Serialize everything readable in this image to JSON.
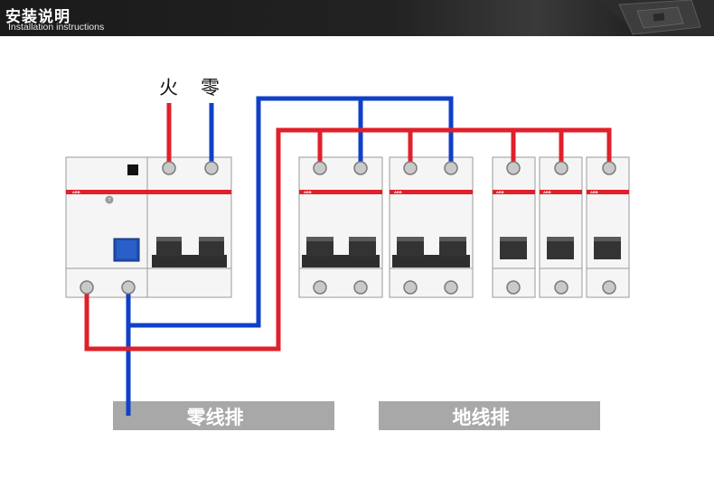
{
  "header": {
    "title": "安装说明",
    "subtitle": "Installation instructions"
  },
  "labels": {
    "live": "火",
    "neutral": "零"
  },
  "busbars": {
    "neutral_bar": "零线排",
    "ground_bar": "地线排"
  },
  "breaker_brand": "ABB",
  "colors": {
    "live_wire": "#e0202a",
    "neutral_wire": "#1040c8",
    "busbar_bg": "#a8a8a8",
    "breaker_handle": "#333333",
    "rcd_button": "#1f4fb0"
  }
}
